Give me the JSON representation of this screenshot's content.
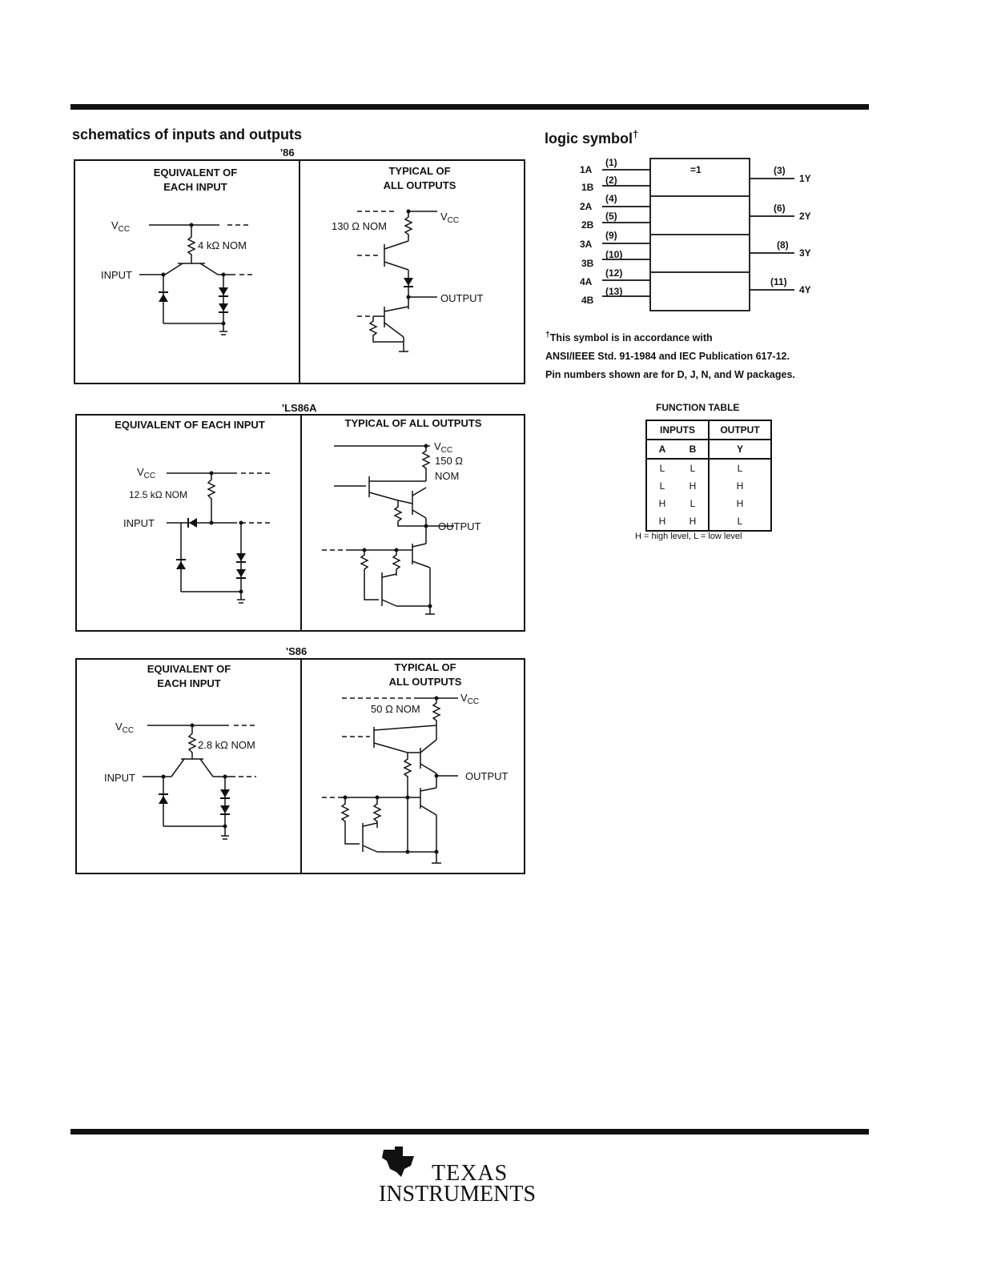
{
  "section_title": "schematics of inputs and outputs",
  "logic_title": "logic symbol",
  "dagger": "†",
  "panels": [
    {
      "variant": "'86",
      "input_title_1": "EQUIVALENT OF",
      "input_title_2": "EACH INPUT",
      "output_title_1": "TYPICAL OF",
      "output_title_2": "ALL OUTPUTS",
      "vcc_label": "V",
      "vcc_sub": "CC",
      "input_resistor": "4 kΩ NOM",
      "input_label": "INPUT",
      "output_resistor": "130 Ω NOM",
      "output_label": "OUTPUT"
    },
    {
      "variant": "'LS86A",
      "input_title_1": "EQUIVALENT OF EACH INPUT",
      "input_title_2": "",
      "output_title_1": "TYPICAL OF ALL OUTPUTS",
      "output_title_2": "",
      "vcc_label": "V",
      "vcc_sub": "CC",
      "input_resistor": "12.5 kΩ NOM",
      "input_label": "INPUT",
      "output_resistor_1": "150 Ω",
      "output_resistor_2": "NOM",
      "output_label": "OUTPUT"
    },
    {
      "variant": "'S86",
      "input_title_1": "EQUIVALENT OF",
      "input_title_2": "EACH INPUT",
      "output_title_1": "TYPICAL OF",
      "output_title_2": "ALL OUTPUTS",
      "vcc_label": "V",
      "vcc_sub": "CC",
      "input_resistor": "2.8 kΩ NOM",
      "input_label": "INPUT",
      "output_resistor": "50 Ω NOM",
      "output_label": "OUTPUT"
    }
  ],
  "logic_symbol": {
    "gate_label": "=1",
    "inputs": [
      {
        "name": "1A",
        "pin": "(1)"
      },
      {
        "name": "1B",
        "pin": "(2)"
      },
      {
        "name": "2A",
        "pin": "(4)"
      },
      {
        "name": "2B",
        "pin": "(5)"
      },
      {
        "name": "3A",
        "pin": "(9)"
      },
      {
        "name": "3B",
        "pin": "(10)"
      },
      {
        "name": "4A",
        "pin": "(12)"
      },
      {
        "name": "4B",
        "pin": "(13)"
      }
    ],
    "outputs": [
      {
        "name": "1Y",
        "pin": "(3)"
      },
      {
        "name": "2Y",
        "pin": "(6)"
      },
      {
        "name": "3Y",
        "pin": "(8)"
      },
      {
        "name": "4Y",
        "pin": "(11)"
      }
    ]
  },
  "note": {
    "line1": "This symbol is in accordance with",
    "line2": "ANSI/IEEE Std. 91-1984 and IEC Publication 617-12.",
    "line3": "Pin numbers shown are for D, J, N, and W packages."
  },
  "function_table": {
    "title": "FUNCTION TABLE",
    "group_inputs": "INPUTS",
    "group_output": "OUTPUT",
    "col_a": "A",
    "col_b": "B",
    "col_y": "Y",
    "rows": [
      {
        "a": "L",
        "b": "L",
        "y": "L"
      },
      {
        "a": "L",
        "b": "H",
        "y": "H"
      },
      {
        "a": "H",
        "b": "L",
        "y": "H"
      },
      {
        "a": "H",
        "b": "H",
        "y": "L"
      }
    ],
    "legend": "H = high level, L = low level"
  },
  "logo": {
    "line1": "TEXAS",
    "line2": "INSTRUMENTS"
  }
}
